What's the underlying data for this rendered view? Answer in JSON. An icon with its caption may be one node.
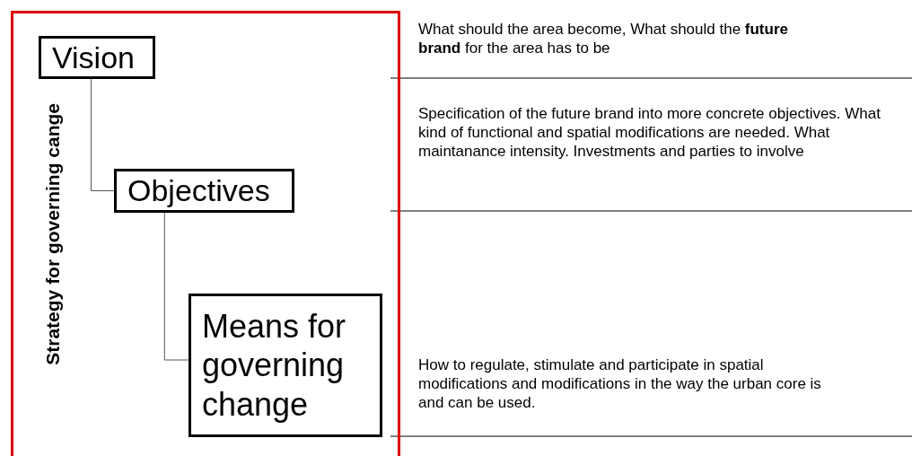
{
  "diagram": {
    "nodes": [
      {
        "text": [
          "Strategy for governing cange"
        ]
      },
      {
        "text": [
          "Vision"
        ],
        "in": 0
      },
      {
        "text": [
          "Objectives"
        ],
        "in": 0
      },
      {
        "text": [
          "Means for governing change"
        ],
        "in": 0
      }
    ],
    "edges": [
      {
        "from": 1,
        "to": 2,
        "arrow": "none"
      },
      {
        "from": 2,
        "to": 3,
        "arrow": "none"
      }
    ],
    "labels": [
      "What should the area become, What should the **future brand** for the area has to be",
      "Specification of the future brand into more concrete objectives. What kind of functional and spatial modifications are needed. What maintanance intensity. Investments and parties to involve",
      "How to regulate, stimulate and participate in spatial modifications and modifications in the way the urban core is and can be used."
    ]
  }
}
